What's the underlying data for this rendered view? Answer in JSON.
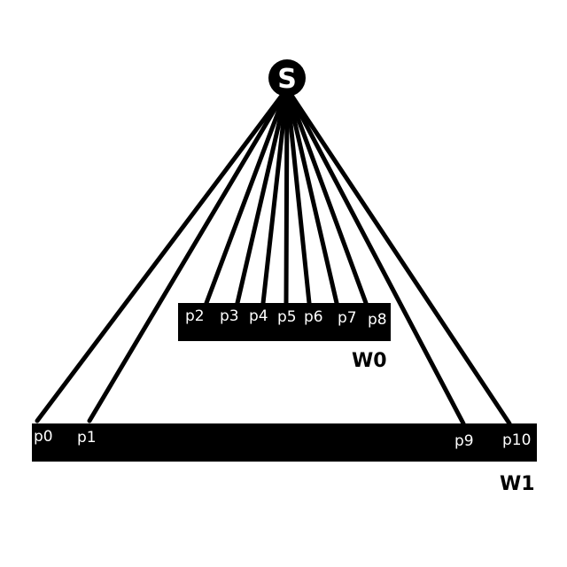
{
  "source": {
    "label": "S"
  },
  "walls": [
    {
      "label": "W0",
      "points": [
        "p2",
        "p3",
        "p4",
        "p5",
        "p6",
        "p7",
        "p8"
      ]
    },
    {
      "label": "W1",
      "points": [
        "p0",
        "p1",
        "p9",
        "p10"
      ]
    }
  ],
  "colors": {
    "ink": "#000000",
    "label_text": "#ffffff",
    "background": "#ffffff"
  }
}
